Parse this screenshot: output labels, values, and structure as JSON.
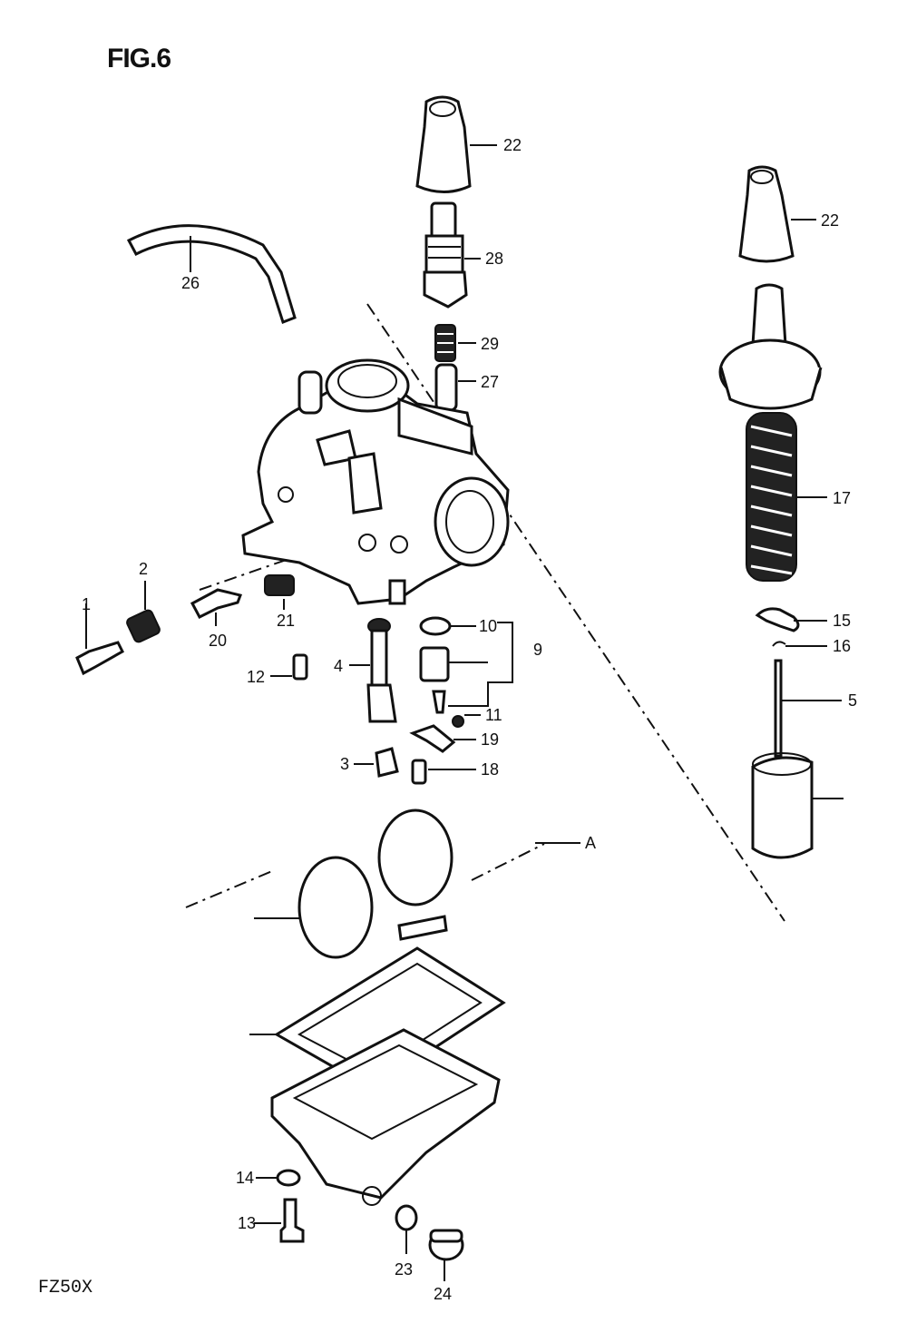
{
  "figure_title": "FIG.6",
  "model_code": "FZ50X",
  "callouts": [
    {
      "id": "c22a",
      "text": "22"
    },
    {
      "id": "c22b",
      "text": "22"
    },
    {
      "id": "c26",
      "text": "26"
    },
    {
      "id": "c28",
      "text": "28"
    },
    {
      "id": "c29",
      "text": "29"
    },
    {
      "id": "c27",
      "text": "27"
    },
    {
      "id": "c17",
      "text": "17"
    },
    {
      "id": "c2",
      "text": "2"
    },
    {
      "id": "c1",
      "text": "1"
    },
    {
      "id": "c20",
      "text": "20"
    },
    {
      "id": "c21",
      "text": "21"
    },
    {
      "id": "c10",
      "text": "10"
    },
    {
      "id": "c9",
      "text": "9"
    },
    {
      "id": "c15",
      "text": "15"
    },
    {
      "id": "c16",
      "text": "16"
    },
    {
      "id": "c12",
      "text": "12"
    },
    {
      "id": "c4",
      "text": "4"
    },
    {
      "id": "c11",
      "text": "11"
    },
    {
      "id": "c5",
      "text": "5"
    },
    {
      "id": "c19",
      "text": "19"
    },
    {
      "id": "c3",
      "text": "3"
    },
    {
      "id": "c18",
      "text": "18"
    },
    {
      "id": "c14",
      "text": "14"
    },
    {
      "id": "c13",
      "text": "13"
    },
    {
      "id": "c23",
      "text": "23"
    },
    {
      "id": "c24",
      "text": "24"
    },
    {
      "id": "cA",
      "text": "A"
    }
  ]
}
